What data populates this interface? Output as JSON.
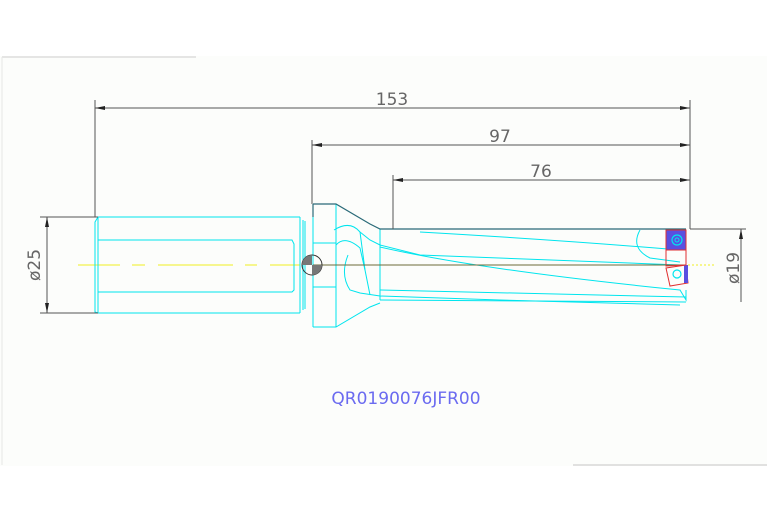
{
  "drawing": {
    "part_number": "QR0190076JFR00",
    "part_number_color": "#6b6bf0",
    "dimensions": {
      "overall_length": "153",
      "body_length": "97",
      "flute_length": "76",
      "shank_diameter": "ø25",
      "cutting_diameter": "ø19"
    },
    "colors": {
      "background": "#fcfdfb",
      "outline": "#00e5ee",
      "dimension_line": "#555555",
      "dimension_text": "#666666",
      "center_line": "#f0f020",
      "insert_fill": "#5a4fe0",
      "insert_outline": "#e03030"
    }
  }
}
